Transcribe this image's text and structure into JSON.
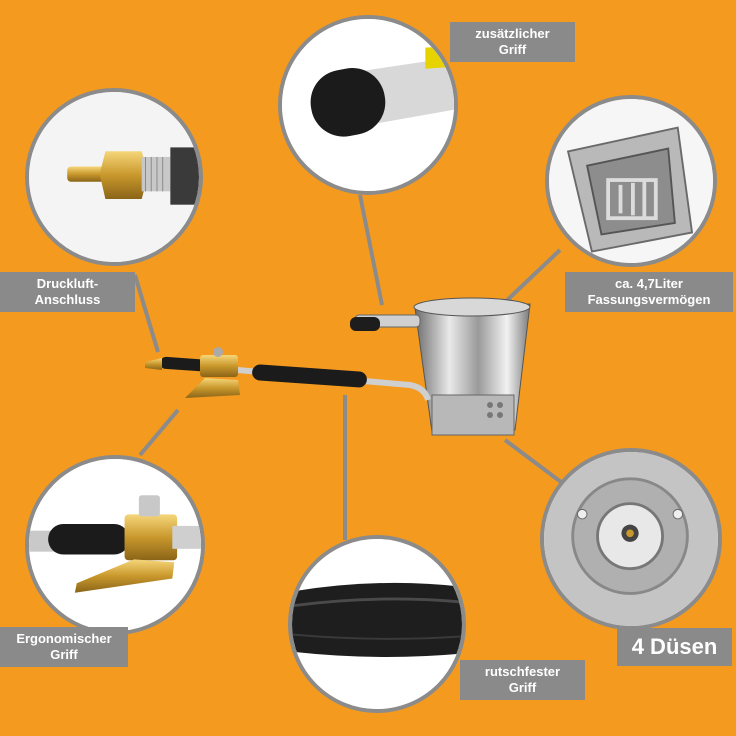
{
  "background_color": "#f39a1f",
  "label_color": "#8a8a8a",
  "labels": {
    "handle_extra": [
      "zusätzlicher",
      "Griff"
    ],
    "air_connection": [
      "Druckluft-",
      "Anschluss"
    ],
    "capacity": [
      "ca. 4,7Liter",
      "Fassungsvermögen"
    ],
    "ergonomic": [
      "Ergonomischer",
      "Griff"
    ],
    "nozzles": [
      "4 Düsen"
    ],
    "nonslip": [
      "rutschfester",
      "Griff"
    ]
  }
}
